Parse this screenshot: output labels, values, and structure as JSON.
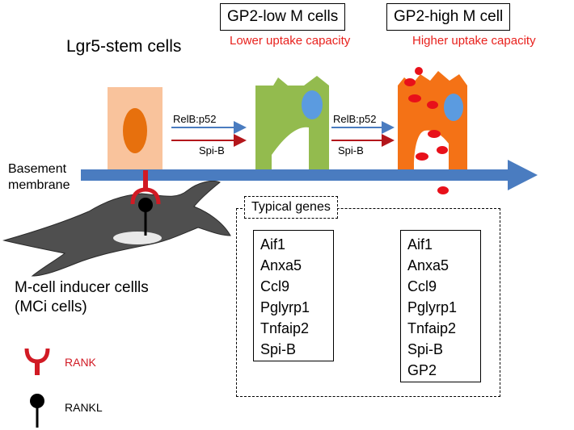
{
  "header": {
    "gp2_low_title": "GP2-low M cells",
    "gp2_low_subtitle": "Lower uptake capacity",
    "gp2_high_title": "GP2-high M cell",
    "gp2_high_subtitle": "Higher uptake capacity",
    "stem_label": "Lgr5-stem cells"
  },
  "arrows": {
    "first_top": "RelB:p52",
    "first_bottom": "Spi-B",
    "second_top": "RelB:p52",
    "second_bottom": "Spi-B"
  },
  "membrane": {
    "line1": "Basement",
    "line2": "membrane"
  },
  "inducer": {
    "line1": "M-cell inducer cellls",
    "line2": "(MCi cells)"
  },
  "genes": {
    "title": "Typical genes",
    "low": [
      "Aif1",
      "Anxa5",
      "Ccl9",
      "Pglyrp1",
      "Tnfaip2",
      "Spi-B"
    ],
    "high": [
      "Aif1",
      "Anxa5",
      "Ccl9",
      "Pglyrp1",
      "Tnfaip2",
      "Spi-B",
      "GP2"
    ]
  },
  "legend": {
    "rank": "RANK",
    "rankl": "RANKL"
  },
  "colors": {
    "stem_cell": "#f9c39c",
    "stem_nucleus": "#e7700d",
    "low_cell": "#93bb4e",
    "high_cell": "#f47216",
    "nucleus_blue": "#5b9be0",
    "membrane": "#4a7cc0",
    "rank_red": "#d11a24",
    "particle_red": "#e8101a",
    "blue_arrow": "#4a7cc0",
    "red_arrow": "#b3161b"
  }
}
